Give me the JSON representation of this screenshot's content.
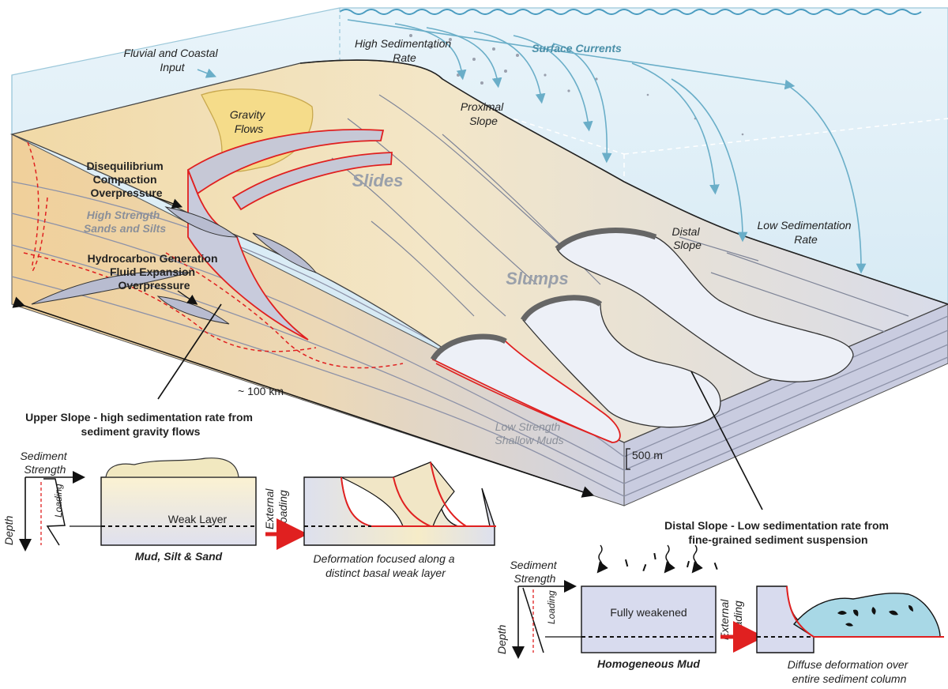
{
  "labels": {
    "fluvial": [
      "Fluvial and Coastal",
      "Input"
    ],
    "high_sed": [
      "High Sedimentation",
      "Rate"
    ],
    "surface_currents": "Surface Currents",
    "gravity_flows": [
      "Gravity",
      "Flows"
    ],
    "proximal_slope": [
      "Proximal",
      "Slope"
    ],
    "disequilibrium": [
      "Disequilibrium",
      "Compaction",
      "Overpressure"
    ],
    "slides": "Slides",
    "high_strength": [
      "High Strength",
      "Sands and Silts"
    ],
    "hydrocarbon": [
      "Hydrocarbon Generation",
      "Fluid Expansion",
      "Overpressure"
    ],
    "distal_slope": [
      "Distal",
      "Slope"
    ],
    "low_sed": [
      "Low Sedimentation",
      "Rate"
    ],
    "slumps": "Slumps",
    "scale_km": "~ 100 km",
    "low_strength": [
      "Low Strength",
      "Shallow Muds"
    ],
    "scale_m": "500 m"
  },
  "upper_panel": {
    "title": [
      "Upper Slope - high sedimentation rate from",
      "sediment gravity flows"
    ],
    "sediment_strength": [
      "Sediment",
      "Strength"
    ],
    "loading": "Loading",
    "depth": "Depth",
    "weak_layer": "Weak Layer",
    "block_caption": "Mud, Silt & Sand",
    "external_loading": [
      "External",
      "Loading"
    ],
    "caption": [
      "Deformation focused along a",
      "distinct basal weak layer"
    ]
  },
  "distal_panel": {
    "title": [
      "Distal Slope - Low sedimentation rate from",
      "fine-grained sediment suspension"
    ],
    "sediment_strength": [
      "Sediment",
      "Strength"
    ],
    "loading": "Loading",
    "depth": "Depth",
    "fully_weakened": "Fully weakened",
    "block_caption": "Homogeneous Mud",
    "external_loading": [
      "External",
      "Loading"
    ],
    "caption": [
      "Diffuse deformation over",
      "entire sediment column"
    ]
  },
  "colors": {
    "water": "#dcecf5",
    "shelf": "#f0d9a8",
    "slope": "#d5d8e6",
    "slump_fill": "#edf0f7",
    "gravity_fill": "#f5dc8a",
    "red": "#e02020",
    "arrow_blue": "#6aaec8"
  }
}
